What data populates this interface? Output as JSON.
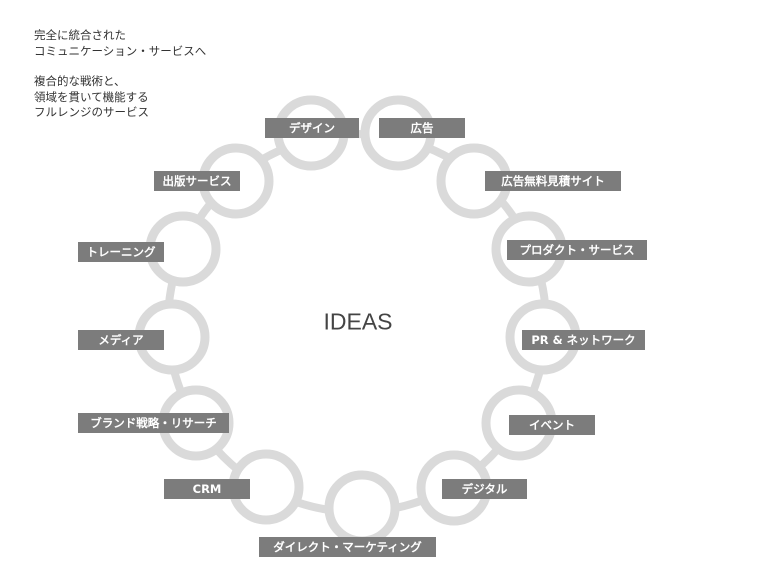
{
  "intro": {
    "lines_1": "完全に統合された\nコミュニケーション・サービスへ",
    "lines_2": "複合的な戦術と、\n領域を貫いて機能する\nフルレンジのサービス"
  },
  "center": {
    "label": "IDEAS"
  },
  "services": [
    {
      "label": "デザイン"
    },
    {
      "label": "広告"
    },
    {
      "label": "広告無料見積サイト"
    },
    {
      "label": "プロダクト・サービス"
    },
    {
      "label": "PR & ネットワーク"
    },
    {
      "label": "イベント"
    },
    {
      "label": "デジタル"
    },
    {
      "label": "ダイレクト・マーケティング"
    },
    {
      "label": "CRM"
    },
    {
      "label": "ブランド戦略・リサーチ"
    },
    {
      "label": "メディア"
    },
    {
      "label": "トレーニング"
    },
    {
      "label": "出版サービス"
    }
  ],
  "colors": {
    "ring": "#dadada",
    "tag_bg": "#7c7c7c",
    "tag_text": "#ffffff"
  }
}
